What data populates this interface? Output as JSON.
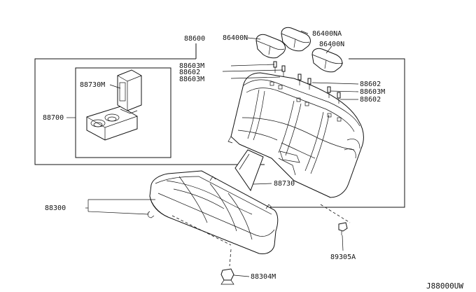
{
  "labels": {
    "p88600": "88600",
    "p86400N_a": "86400N",
    "p86400NA": "86400NA",
    "p86400N_b": "86400N",
    "p88603M_a": "88603M",
    "p88602_a": "88602",
    "p88603M_b": "88603M",
    "p88602_b": "88602",
    "p88603M_c": "88603M",
    "p88602_c": "88602",
    "p88730M": "88730M",
    "p88700": "88700",
    "p88730": "88730",
    "p88300": "88300",
    "p89305A": "89305A",
    "p88304M": "88304M"
  },
  "diagram_ref": "J88000UW",
  "icons": [
    "headrest",
    "seat-back",
    "seat-cushion",
    "armrest",
    "clip",
    "cover-panel"
  ]
}
